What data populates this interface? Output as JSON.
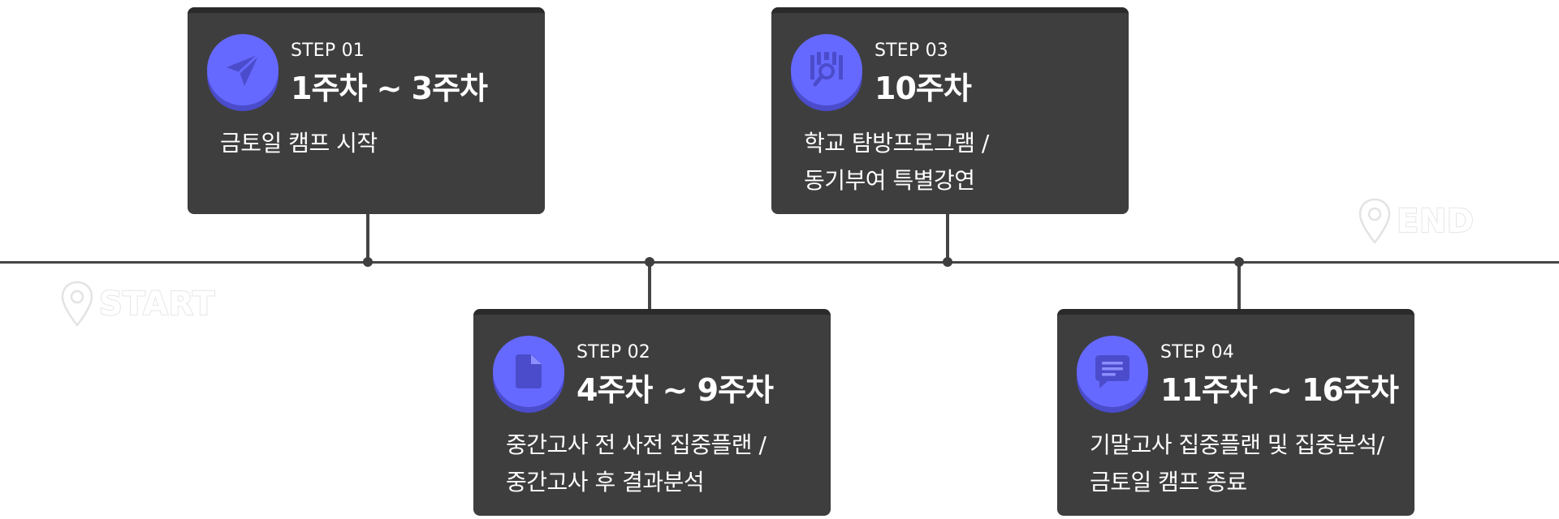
{
  "markers": {
    "start": "START",
    "end": "END"
  },
  "steps": [
    {
      "step": "STEP 01",
      "weeks": "1주차 ~ 3주차",
      "desc": [
        "금토일 캠프 시작"
      ],
      "icon": "paper-plane-icon"
    },
    {
      "step": "STEP 02",
      "weeks": "4주차 ~ 9주차",
      "desc": [
        "중간고사 전 사전 집중플랜 /",
        "중간고사 후 결과분석"
      ],
      "icon": "document-icon"
    },
    {
      "step": "STEP 03",
      "weeks": "10주차",
      "desc": [
        "학교 탐방프로그램 /",
        "동기부여 특별강연"
      ],
      "icon": "research-icon"
    },
    {
      "step": "STEP 04",
      "weeks": "11주차 ~ 16주차",
      "desc": [
        "기말고사 집중플랜 및 집중분석/",
        "금토일 캠프 종료"
      ],
      "icon": "chat-icon"
    }
  ],
  "colors": {
    "card": "#3e3e3e",
    "accent": "#6669ff",
    "line": "#454545"
  }
}
